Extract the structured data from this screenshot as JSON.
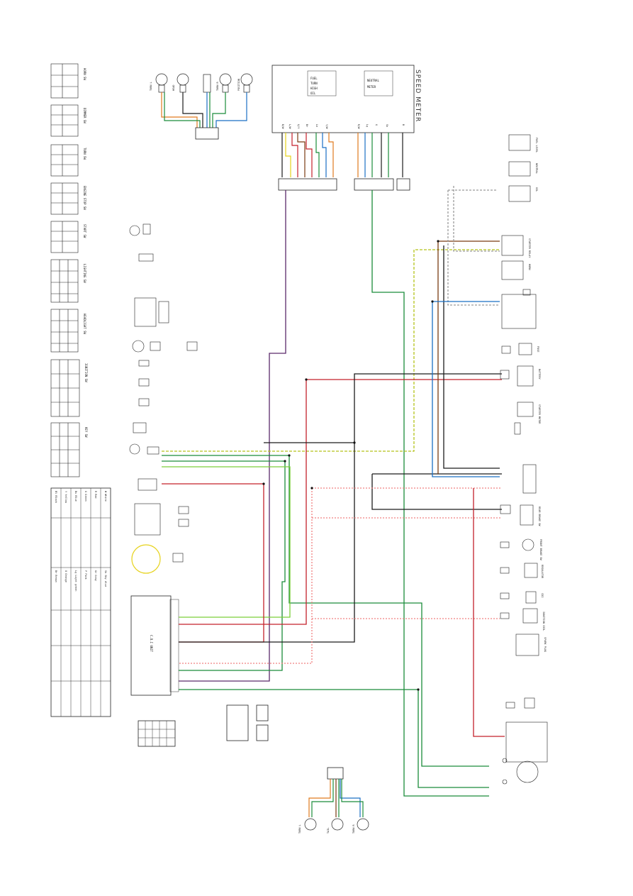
{
  "diagram": {
    "speedometer_title": "SPEED METER",
    "speedometer_labels": [
      "FUEL",
      "TURN",
      "HIGH",
      "OIL"
    ],
    "speedometer_labels_right": [
      "NEUTRAL",
      "METER"
    ],
    "switch_tables": [
      "HORN SW",
      "DIMMER SW",
      "TURN SW",
      "ENGINE STOP SW",
      "START SW",
      "LIGHTING SW",
      "HEADLIGHT SW",
      "IGNITION SW",
      "KEY SW"
    ],
    "legend_rows": [
      "Bl  Black",
      "Y  Yellow",
      "Bu  Blue",
      "G  Green",
      "R  Red",
      "W  White",
      "Br  Brown",
      "O  Orange",
      "Lg  Light green",
      "P  Pink",
      "Gr  Gray",
      "Sb  Sky blue"
    ],
    "right_components": [
      "FUEL LEVEL",
      "NEUTRAL",
      "OIL",
      "STARTER RELAY",
      "HORN",
      "FUSE",
      "BATTERY",
      "STARTER MOTOR",
      "REAR BRAKE SW",
      "FRONT BRAKE SW",
      "REGULATOR",
      "CDI",
      "IGNITION COIL",
      "SPARK PLUG"
    ],
    "lamp_labels": [
      "TURN L",
      "HEAD",
      "TURN R",
      "POSITION"
    ],
    "rear_lamp_labels": [
      "TURN L",
      "TAIL",
      "TURN R"
    ],
    "ecu_label": "C.D.I UNIT",
    "colors": {
      "wire_green": "#1a8c3a",
      "wire_red": "#c4202b",
      "wire_black": "#1c1c1c",
      "wire_orange": "#e07a1e",
      "wire_blue": "#1a6fc4",
      "wire_brown": "#7a3b12",
      "wire_yellow": "#e6d21a",
      "wire_purple": "#5a2a6a",
      "wire_lightgreen": "#7ccf3a",
      "wire_pink": "#f08080",
      "wire_gray": "#9a9a9a"
    }
  }
}
